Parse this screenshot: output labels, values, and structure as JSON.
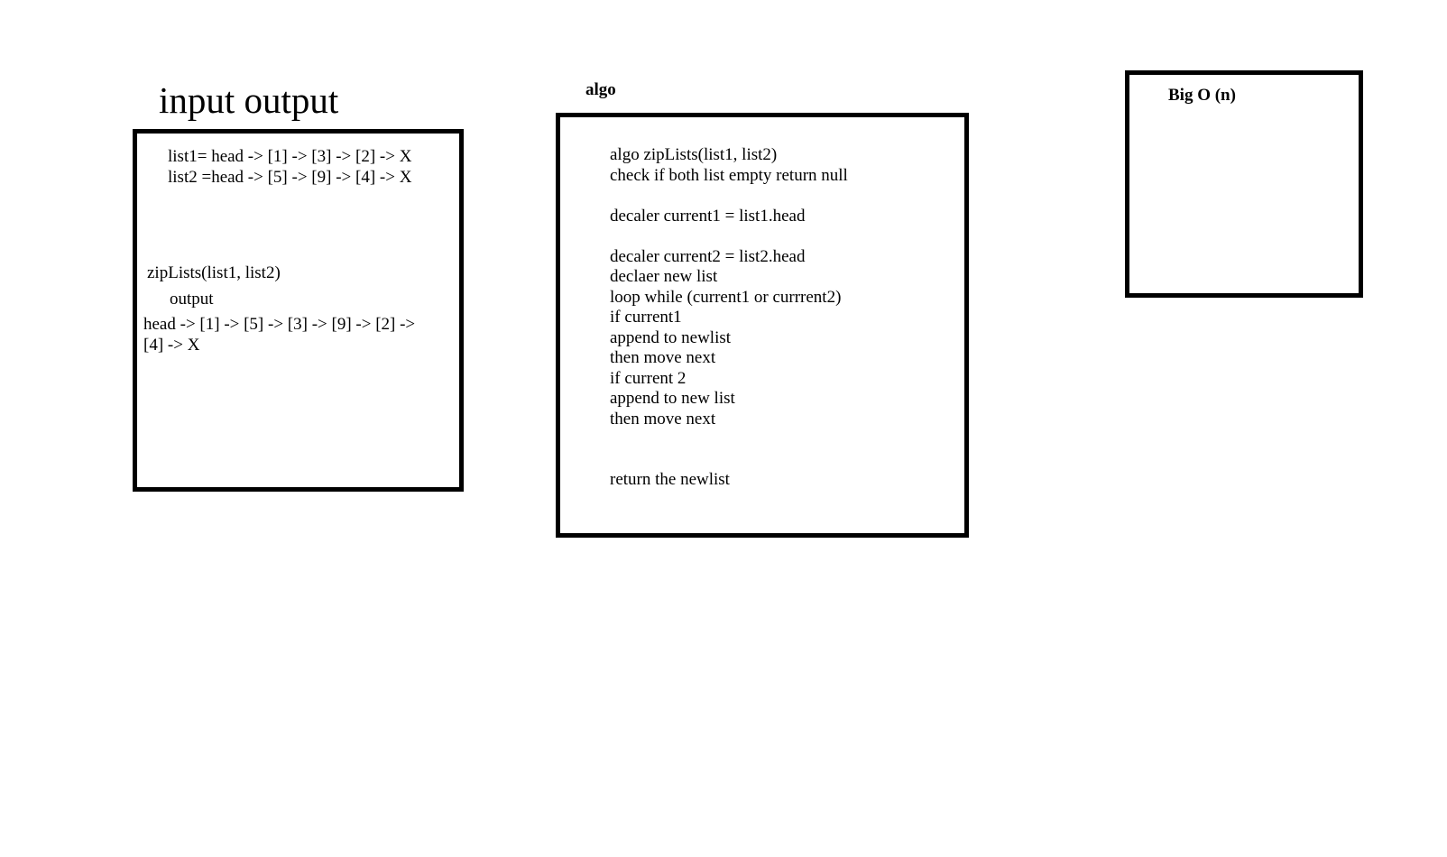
{
  "io_section": {
    "heading": "input output",
    "list_lines": [
      "list1= head -> [1] -> [3] -> [2] -> X",
      "list2 =head -> [5] -> [9] -> [4] -> X"
    ],
    "call": "zipLists(list1, list2)",
    "output_label": "output",
    "output_lines": [
      "head -> [1] -> [5] -> [3] -> [9] -> [2] ->",
      "[4] -> X"
    ]
  },
  "algo_section": {
    "heading": "algo",
    "lines": [
      "algo zipLists(list1, list2)",
      "check if both list empty return null",
      "",
      "decaler current1 = list1.head",
      "",
      "decaler current2 = list2.head",
      "declaer new list",
      "loop while (current1 or currrent2)",
      "if current1",
      "append to newlist",
      "then move next",
      "if current 2",
      "append to new list",
      "then move next",
      "",
      "",
      "return the newlist"
    ]
  },
  "bigo_section": {
    "label": "Big O (n)"
  }
}
